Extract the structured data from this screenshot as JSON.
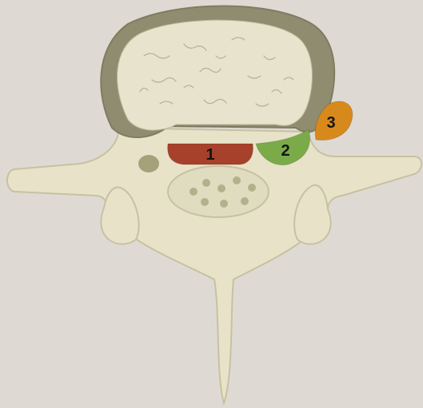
{
  "zones": [
    {
      "id": "1",
      "label": "1",
      "color": "#a7412c"
    },
    {
      "id": "2",
      "label": "2",
      "color": "#7aab48"
    },
    {
      "id": "3",
      "label": "3",
      "color": "#d8891c"
    }
  ],
  "palette": {
    "background": "#dedad3",
    "bone": "#e8e3c8",
    "bone_outline": "#c7c1a3",
    "annulus": "#8f8c70",
    "nucleus": "#e7e3cd",
    "foramen": "#e0dcc0",
    "dots": "#b5b08c"
  }
}
